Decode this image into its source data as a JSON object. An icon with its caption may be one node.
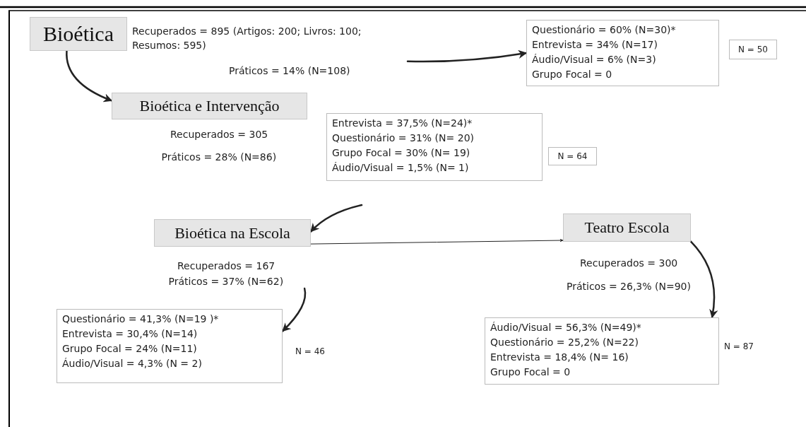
{
  "diagram": {
    "nodes": [
      {
        "text": [
          "Bioética"
        ],
        "beside": [
          "Recuperados = 895 (Artigos: 200; Livros: 100; Resumos: 595)",
          "Práticos = 14% (N=108)"
        ]
      },
      {
        "text": [
          "Questionário = 60% (N=30)*",
          "Entrevista = 34% (N=17)",
          "Áudio/Visual = 6% (N=3)",
          "Grupo Focal = 0"
        ]
      },
      {
        "text": [
          "N = 50"
        ]
      },
      {
        "text": [
          "Bioética e Intervenção"
        ],
        "beside": [
          "Recuperados = 305",
          "Práticos = 28% (N=86)"
        ]
      },
      {
        "text": [
          "Entrevista = 37,5% (N=24)*",
          "Questionário = 31% (N= 20)",
          "Grupo Focal = 30% (N= 19)",
          "Áudio/Visual = 1,5% (N= 1)"
        ]
      },
      {
        "text": [
          "N = 64"
        ]
      },
      {
        "text": [
          "Bioética na Escola"
        ],
        "beside": [
          "Recuperados = 167",
          "Práticos = 37% (N=62)"
        ]
      },
      {
        "text": [
          "Questionário = 41,3% (N=19 )*",
          "Entrevista = 30,4% (N=14)",
          "Grupo Focal = 24% (N=11)",
          "Áudio/Visual = 4,3% (N = 2)"
        ],
        "beside": [
          "N = 46"
        ]
      },
      {
        "text": [
          "Teatro Escola"
        ],
        "beside": [
          "Recuperados = 300",
          "Práticos = 26,3% (N=90)"
        ]
      },
      {
        "text": [
          "Áudio/Visual = 56,3% (N=49)*",
          "Questionário = 25,2% (N=22)",
          "Entrevista = 18,4% (N= 16)",
          "Grupo Focal = 0"
        ],
        "beside": [
          "N = 87"
        ]
      }
    ],
    "edges": [
      {
        "from": 0,
        "to": 3,
        "arrow": "to"
      },
      {
        "from": 0,
        "to": 1,
        "arrow": "to"
      },
      {
        "from": null,
        "to": 6,
        "arrow": "to"
      },
      {
        "from": 6,
        "to": 8,
        "arrow": "to"
      },
      {
        "from": 6,
        "to": 7,
        "arrow": "to"
      },
      {
        "from": 8,
        "to": 9,
        "arrow": "to"
      }
    ]
  }
}
